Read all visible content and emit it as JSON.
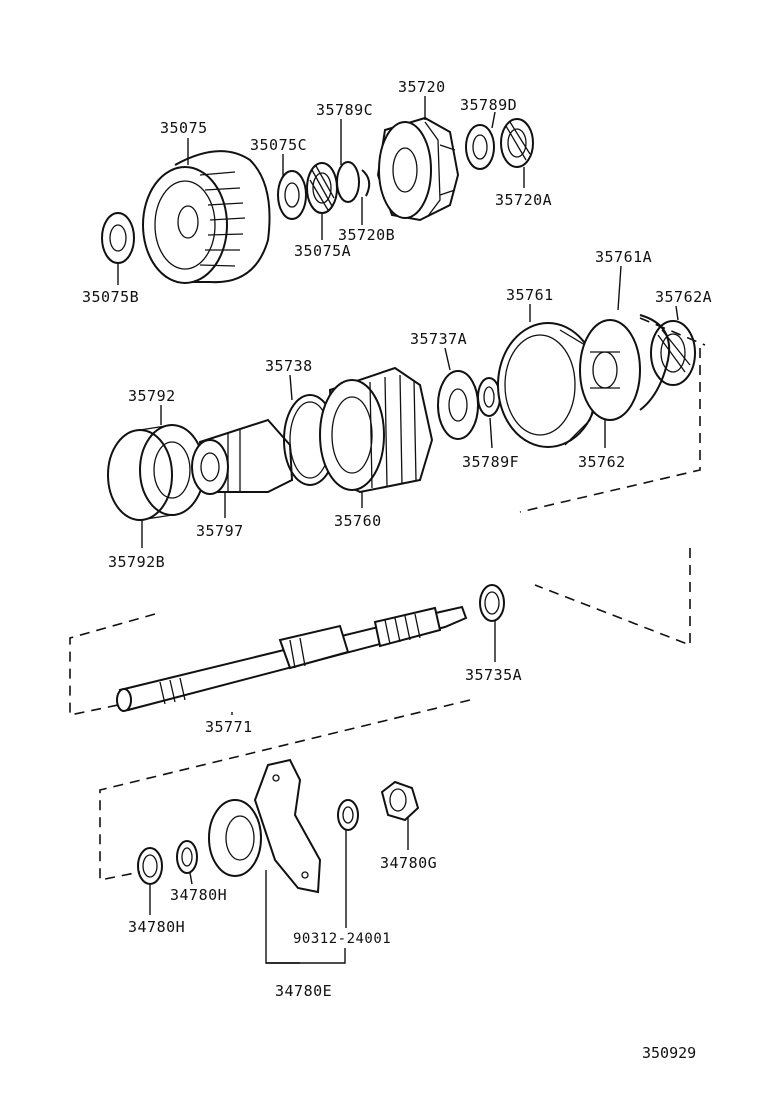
{
  "labels": {
    "p35720": "35720",
    "p35789C": "35789C",
    "p35789D": "35789D",
    "p35075": "35075",
    "p35075C": "35075C",
    "p35720A": "35720A",
    "p35720B": "35720B",
    "p35075A": "35075A",
    "p35075B": "35075B",
    "p35761A": "35761A",
    "p35761": "35761",
    "p35762A": "35762A",
    "p35737A": "35737A",
    "p35738": "35738",
    "p35792": "35792",
    "p35789F": "35789F",
    "p35762": "35762",
    "p35797": "35797",
    "p35760": "35760",
    "p35792B": "35792B",
    "p35735A": "35735A",
    "p35771": "35771",
    "p34780G": "34780G",
    "p34780Hr": "34780H",
    "p34780Hl": "34780H",
    "p90312": "90312-24001",
    "p34780E": "34780E"
  },
  "diagram_ref": "350929"
}
